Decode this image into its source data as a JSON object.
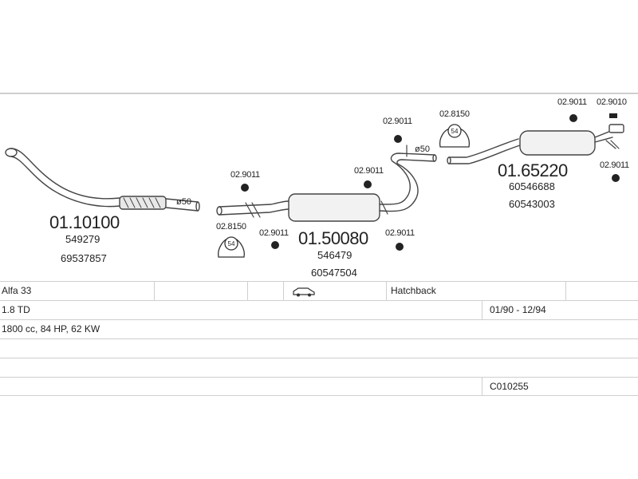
{
  "parts": {
    "front_pipe": {
      "number": "01.10100",
      "ref1": "549279",
      "ref2": "69537857",
      "diameter": "ø50"
    },
    "middle": {
      "number": "01.50080",
      "ref1": "546479",
      "ref2": "60547504"
    },
    "rear": {
      "number": "01.65220",
      "ref1": "60546688",
      "ref2": "60543003"
    },
    "diameter_mid": "ø50"
  },
  "clamps": {
    "c1": "02.9011",
    "c2": "02.8150",
    "c3": "02.9011",
    "c4": "02.9011",
    "c5": "02.9011",
    "c6": "02.9011",
    "c7": "02.8150",
    "c8": "02.9011",
    "c9": "02.9010",
    "c10": "02.9011"
  },
  "clamp_badge": "54",
  "vehicle": {
    "model": "Alfa 33",
    "body_icon": "car-icon",
    "body_type": "Hatchback",
    "engine": "1.8 TD",
    "years": "01/90 - 12/94",
    "spec": "1800 cc, 84 HP, 62 KW",
    "code": "C010255"
  }
}
